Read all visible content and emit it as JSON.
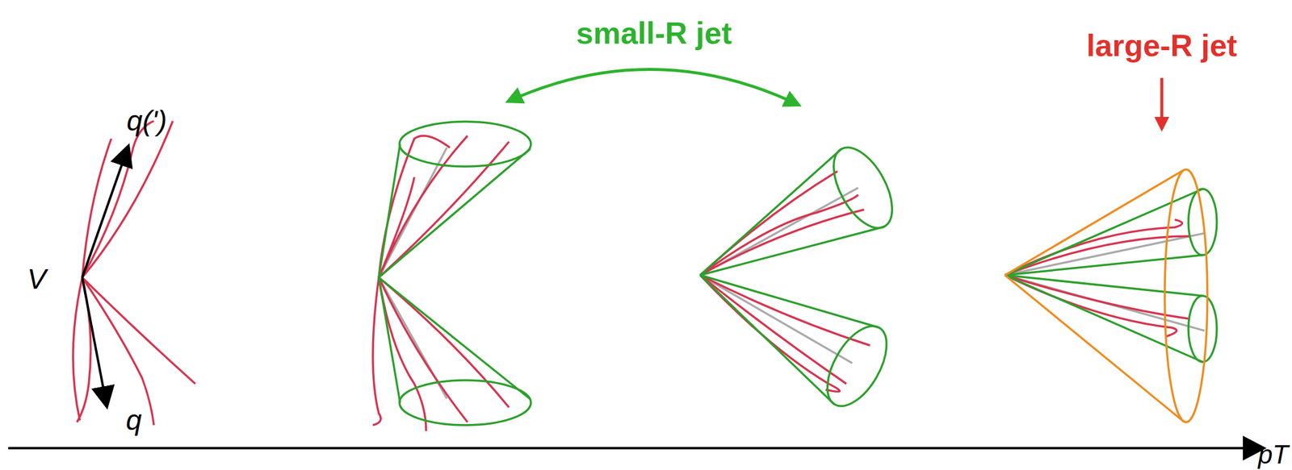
{
  "diagram": {
    "labels": [
      "q(')",
      "V",
      "q",
      "small-R jet",
      "large-R jet",
      "pT"
    ]
  }
}
